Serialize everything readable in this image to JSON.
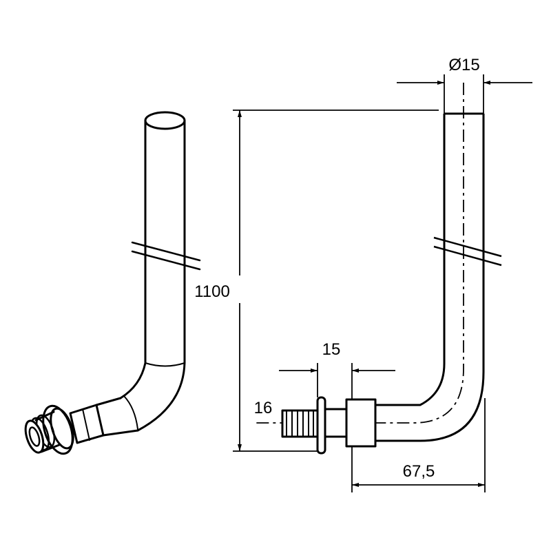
{
  "dimensions": {
    "diameter": "Ø15",
    "height": "1100",
    "fitting_length": "15",
    "thread": "16",
    "offset": "67,5"
  }
}
